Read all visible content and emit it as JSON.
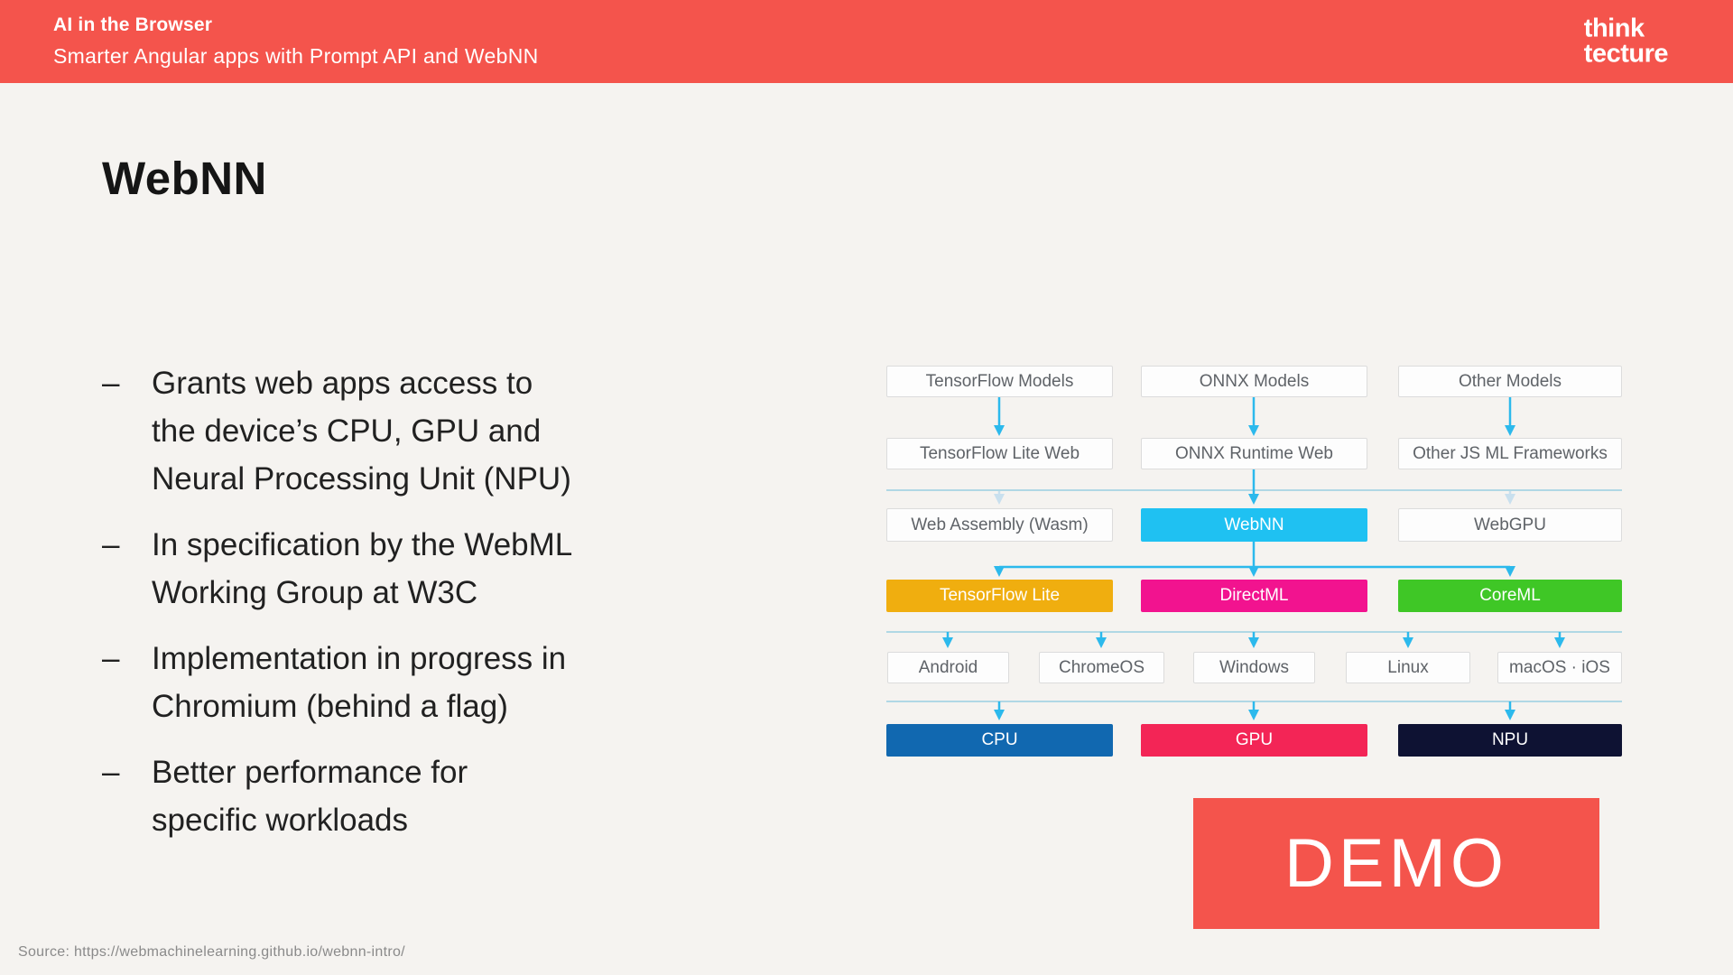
{
  "colors": {
    "coral": "#F4544C",
    "arrow_cyan": "#2CB9EC",
    "separator_blue": "#8FCBE0",
    "pale_arrow": "#C9E0EE",
    "slide_background": "#F5F3F0"
  },
  "header": {
    "title": "AI in the Browser",
    "subtitle": "Smarter Angular apps with Prompt API and WebNN",
    "logo_line1": "think",
    "logo_line2": "tecture"
  },
  "slide": {
    "heading": "WebNN",
    "bullet_marker": "–",
    "bullets": [
      "Grants web apps access to\nthe device’s CPU, GPU and\nNeural Processing Unit (NPU)",
      "In specification by the WebML\nWorking Group at W3C",
      "Implementation in progress in\nChromium (behind a flag)",
      "Better performance for\nspecific workloads"
    ],
    "demo_label": "DEMO",
    "source": "Source: https://webmachinelearning.github.io/webnn-intro/"
  },
  "diagram": {
    "row1": [
      "TensorFlow Models",
      "ONNX Models",
      "Other Models"
    ],
    "row2": [
      "TensorFlow Lite Web",
      "ONNX Runtime Web",
      "Other JS ML Frameworks"
    ],
    "row3": [
      {
        "label": "Web Assembly (Wasm)"
      },
      {
        "label": "WebNN",
        "color": "#1FC1F2"
      },
      {
        "label": "WebGPU"
      }
    ],
    "row4": [
      {
        "label": "TensorFlow Lite",
        "color": "#F0AE0F"
      },
      {
        "label": "DirectML",
        "color": "#F2138F"
      },
      {
        "label": "CoreML",
        "color": "#3FC726"
      }
    ],
    "row5": [
      "Android",
      "ChromeOS",
      "Windows",
      "Linux",
      "macOS · iOS"
    ],
    "row6": [
      {
        "label": "CPU",
        "color": "#1168B0"
      },
      {
        "label": "GPU",
        "color": "#F32556"
      },
      {
        "label": "NPU",
        "color": "#0E1233"
      }
    ]
  }
}
